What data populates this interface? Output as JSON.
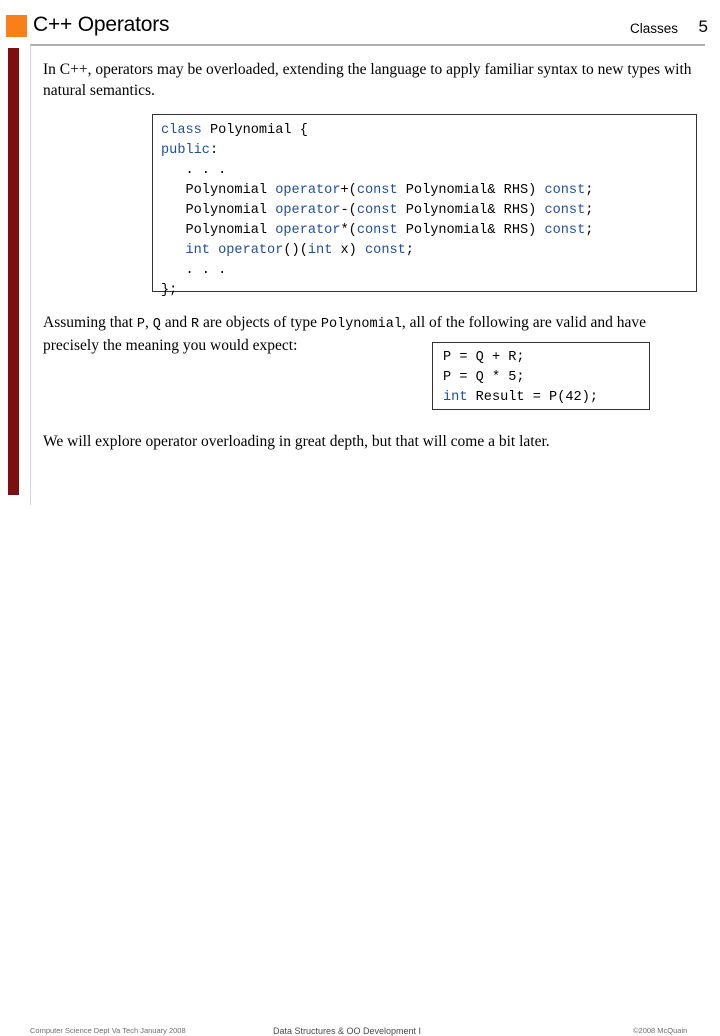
{
  "header": {
    "title": "C++ Operators",
    "section_label": "Classes",
    "slide_number": "5",
    "bullet_color": "#F98018",
    "accent_bar_color": "#7C1010"
  },
  "body": {
    "intro_paragraph": "In C++, operators may be overloaded, extending the language to apply familiar syntax to new types with natural semantics.",
    "assuming": {
      "part1": "Assuming that ",
      "code_p": "P",
      "part2": ", ",
      "code_q": "Q",
      "part3": " and ",
      "code_r": "R",
      "part4": " are objects of type ",
      "code_type": "Polynomial",
      "part5": ", all of the following are valid and have precisely the meaning you would expect:"
    },
    "closing_paragraph": "We will explore operator overloading in great depth, but that will come a bit later."
  },
  "class_code_block": {
    "keyword_color": "#1F4E9C",
    "lines": [
      [
        {
          "t": "class",
          "c": "kw"
        },
        {
          "t": " ",
          "c": "pl"
        },
        {
          "t": "Polynomial",
          "c": "pl"
        },
        {
          "t": " {",
          "c": "pl"
        }
      ],
      [
        {
          "t": "public",
          "c": "kw"
        },
        {
          "t": ":",
          "c": "pl"
        }
      ],
      [
        {
          "t": "   . . .",
          "c": "pl"
        }
      ],
      [
        {
          "t": "   Polynomial ",
          "c": "pl"
        },
        {
          "t": "operator",
          "c": "kw"
        },
        {
          "t": "+(",
          "c": "pl"
        },
        {
          "t": "const",
          "c": "kw"
        },
        {
          "t": " Polynomial& RHS) ",
          "c": "pl"
        },
        {
          "t": "const",
          "c": "kw"
        },
        {
          "t": ";",
          "c": "pl"
        }
      ],
      [
        {
          "t": "   Polynomial ",
          "c": "pl"
        },
        {
          "t": "operator",
          "c": "kw"
        },
        {
          "t": "-(",
          "c": "pl"
        },
        {
          "t": "const",
          "c": "kw"
        },
        {
          "t": " Polynomial& RHS) ",
          "c": "pl"
        },
        {
          "t": "const",
          "c": "kw"
        },
        {
          "t": ";",
          "c": "pl"
        }
      ],
      [
        {
          "t": "   Polynomial ",
          "c": "pl"
        },
        {
          "t": "operator",
          "c": "kw"
        },
        {
          "t": "*(",
          "c": "pl"
        },
        {
          "t": "const",
          "c": "kw"
        },
        {
          "t": " Polynomial& RHS) ",
          "c": "pl"
        },
        {
          "t": "const",
          "c": "kw"
        },
        {
          "t": ";",
          "c": "pl"
        }
      ],
      [
        {
          "t": "   ",
          "c": "pl"
        },
        {
          "t": "int operator",
          "c": "kw"
        },
        {
          "t": "()(",
          "c": "pl"
        },
        {
          "t": "int",
          "c": "kw"
        },
        {
          "t": " x) ",
          "c": "pl"
        },
        {
          "t": "const",
          "c": "kw"
        },
        {
          "t": ";",
          "c": "pl"
        }
      ],
      [
        {
          "t": "   . . .",
          "c": "pl"
        }
      ],
      [
        {
          "t": "};",
          "c": "pl"
        }
      ]
    ]
  },
  "usage_code_block": {
    "lines": [
      [
        {
          "t": "P = Q + R;",
          "c": "pl"
        }
      ],
      [
        {
          "t": "P = Q * 5;",
          "c": "pl"
        }
      ],
      [
        {
          "t": "int",
          "c": "kw"
        },
        {
          "t": " Result = P(42);",
          "c": "pl"
        }
      ]
    ]
  },
  "footer": {
    "left": "Computer Science Dept Va Tech January 2008",
    "center": "Data Structures & OO Development I",
    "right": "©2008  McQuain"
  }
}
